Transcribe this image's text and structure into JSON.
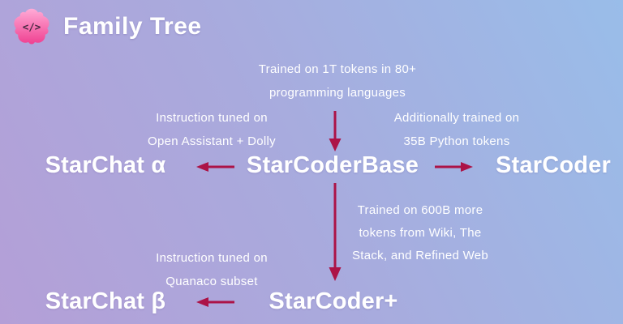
{
  "header": {
    "title": "Family Tree",
    "icon": {
      "name": "code-flower-icon",
      "glyph": "</>"
    }
  },
  "colors": {
    "background_gradient": [
      "#b49fd7",
      "#a9aadd",
      "#99bde9"
    ],
    "text": "#ffffff",
    "arrow": "#ac1347",
    "flower_pink_light": "#ffaad6",
    "flower_pink_dark": "#ef3f90",
    "icon_glyph_color": "#41283e"
  },
  "diagram": {
    "nodes": [
      {
        "id": "starcoderbase",
        "label": "StarCoderBase"
      },
      {
        "id": "starchat-alpha",
        "label": "StarChat α"
      },
      {
        "id": "starcoder",
        "label": "StarCoder"
      },
      {
        "id": "starcoder-plus",
        "label": "StarCoder+"
      },
      {
        "id": "starchat-beta",
        "label": "StarChat β"
      }
    ],
    "annotations": [
      {
        "id": "pretraining",
        "lines": [
          "Trained on 1T tokens in 80+",
          "programming languages"
        ]
      },
      {
        "id": "starchat-alpha-tuning",
        "lines": [
          "Instruction tuned on",
          "Open Assistant + Dolly"
        ]
      },
      {
        "id": "starcoder-training",
        "lines": [
          "Additionally trained on",
          "35B Python tokens"
        ]
      },
      {
        "id": "starcoder-plus-training",
        "lines": [
          "Trained on 600B more",
          "tokens from Wiki, The",
          "Stack, and Refined Web"
        ]
      },
      {
        "id": "starchat-beta-tuning",
        "lines": [
          "Instruction tuned on",
          "Quanaco subset"
        ]
      }
    ],
    "edges": [
      {
        "from": "pretraining-data",
        "to": "starcoderbase",
        "direction": "down"
      },
      {
        "from": "starcoderbase",
        "to": "starchat-alpha",
        "direction": "left"
      },
      {
        "from": "starcoderbase",
        "to": "starcoder",
        "direction": "right"
      },
      {
        "from": "starcoderbase",
        "to": "starcoder-plus",
        "direction": "down"
      },
      {
        "from": "starcoder-plus",
        "to": "starchat-beta",
        "direction": "left"
      }
    ]
  }
}
